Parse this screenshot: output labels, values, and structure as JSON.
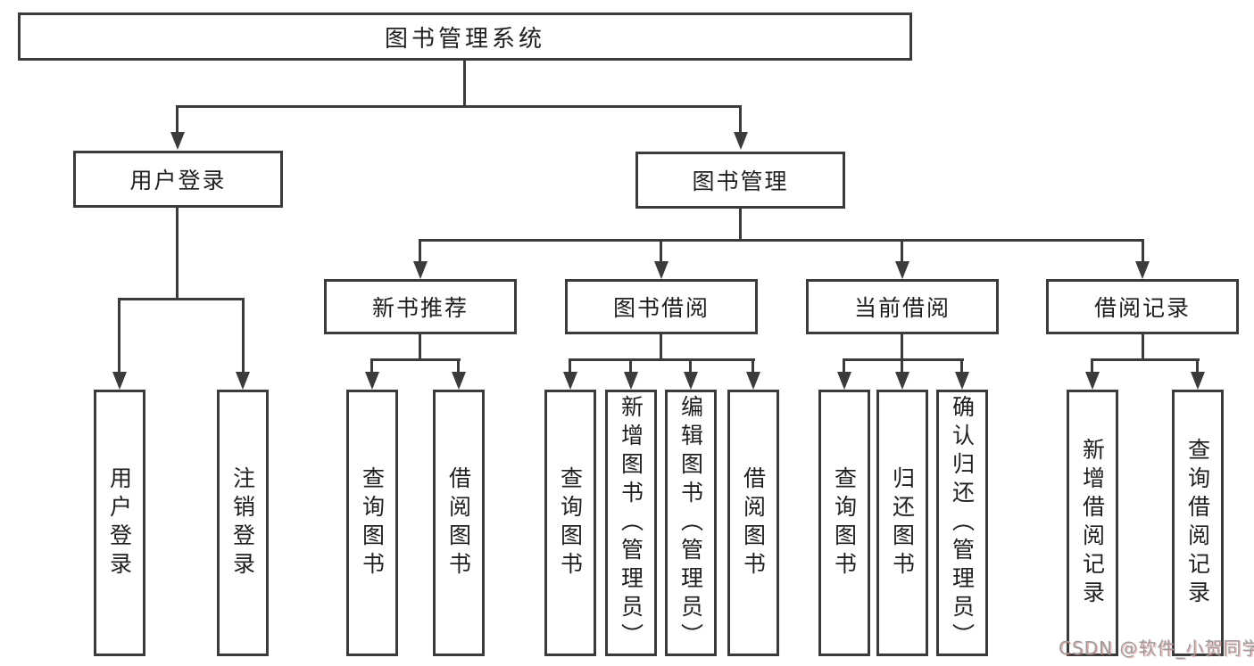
{
  "diagram": {
    "title": "图书管理系统",
    "root": {
      "label": "图书管理系统"
    },
    "level2": [
      {
        "label": "用户登录"
      },
      {
        "label": "图书管理"
      }
    ],
    "level3": [
      {
        "label": "新书推荐",
        "parent": "图书管理"
      },
      {
        "label": "图书借阅",
        "parent": "图书管理"
      },
      {
        "label": "当前借阅",
        "parent": "图书管理"
      },
      {
        "label": "借阅记录",
        "parent": "图书管理"
      }
    ],
    "leaves": [
      {
        "label": "用户登录",
        "parent": "用户登录"
      },
      {
        "label": "注销登录",
        "parent": "用户登录"
      },
      {
        "label": "查询图书",
        "parent": "新书推荐"
      },
      {
        "label": "借阅图书",
        "parent": "新书推荐"
      },
      {
        "label": "查询图书",
        "parent": "图书借阅"
      },
      {
        "label": "新增图书（管理员）",
        "parent": "图书借阅"
      },
      {
        "label": "编辑图书（管理员）",
        "parent": "图书借阅"
      },
      {
        "label": "借阅图书",
        "parent": "图书借阅"
      },
      {
        "label": "查询图书",
        "parent": "当前借阅"
      },
      {
        "label": "归还图书",
        "parent": "当前借阅"
      },
      {
        "label": "确认归还（管理员）",
        "parent": "当前借阅"
      },
      {
        "label": "新增借阅记录",
        "parent": "借阅记录"
      },
      {
        "label": "查询借阅记录",
        "parent": "借阅记录"
      }
    ],
    "colors": {
      "line": "#3b3b3b",
      "text": "#1f1f1f",
      "background": "#ffffff",
      "watermark": "#9c9c9c"
    }
  },
  "watermark": {
    "text": "CSDN @软件_小贺同学"
  }
}
